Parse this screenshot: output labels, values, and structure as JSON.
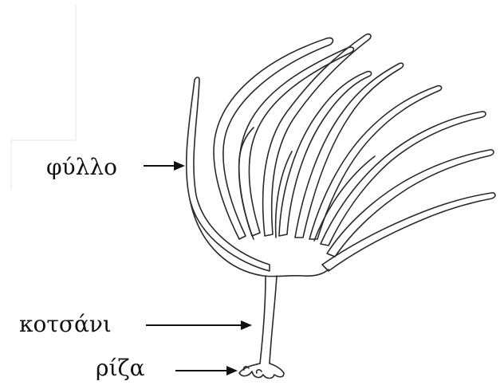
{
  "labels": {
    "leaf": "φύλλο",
    "stalk": "κοτσάνι",
    "root": "ρίζα"
  },
  "colors": {
    "ink": "#111111",
    "outline": "#2a2a2a",
    "background": "#ffffff"
  }
}
